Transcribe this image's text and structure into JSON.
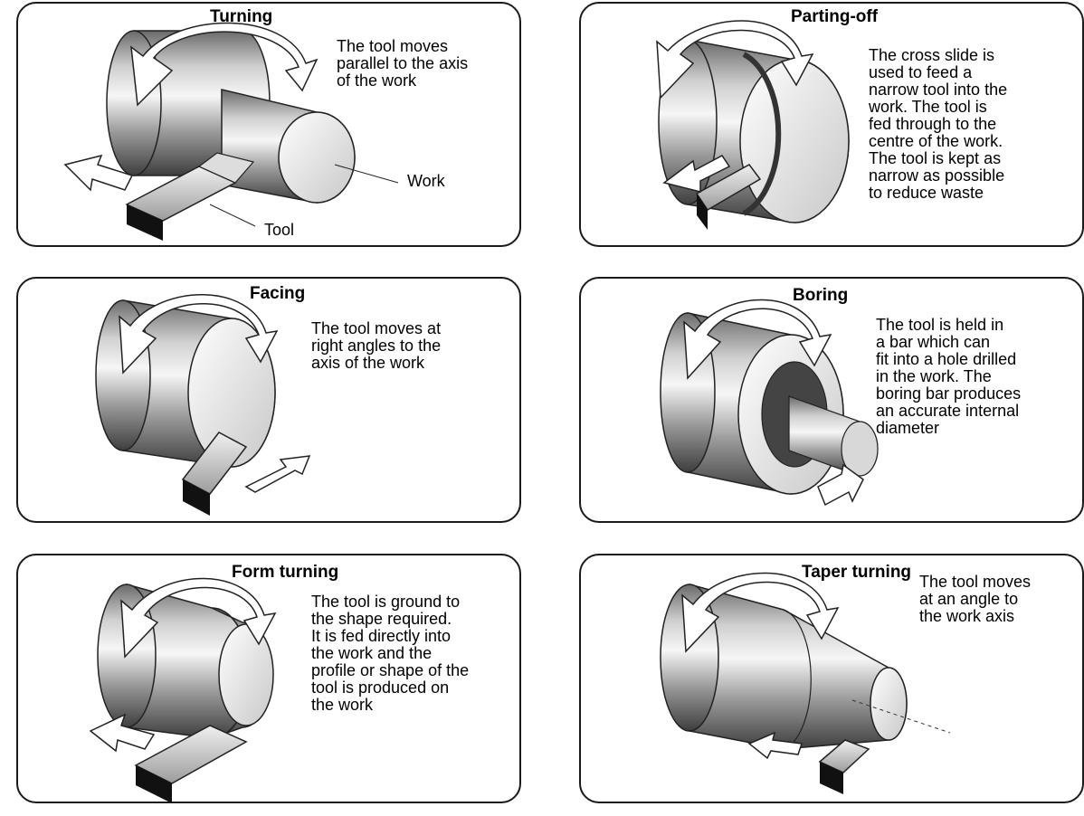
{
  "panels": [
    {
      "title": "Turning",
      "description": "The tool moves\nparallel to the axis\nof the work",
      "labels": {
        "work": "Work",
        "tool": "Tool"
      }
    },
    {
      "title": "Parting-off",
      "description": "The cross slide is\nused to feed a\nnarrow tool into the\nwork.  The tool is\nfed through to the\ncentre of the work.\nThe tool is kept as\nnarrow as possible\nto reduce waste"
    },
    {
      "title": "Facing",
      "description": "The tool moves at\nright angles to the\naxis of the work"
    },
    {
      "title": "Boring",
      "description": "The tool is held in\na bar which can\nfit into a hole drilled\nin the work.  The\nboring bar produces\nan accurate internal\ndiameter"
    },
    {
      "title": "Form turning",
      "description": "The tool is ground to\nthe shape required.\nIt is fed directly into\nthe work and the\nprofile or shape of the\ntool is produced on\nthe work"
    },
    {
      "title": "Taper turning",
      "description": "The tool moves\nat an angle to\nthe work axis"
    }
  ],
  "colors": {
    "border": "#1a1a1a",
    "metal_dark": "#5a5a5a",
    "metal_light": "#f4f4f4",
    "tool_end": "#111111"
  }
}
